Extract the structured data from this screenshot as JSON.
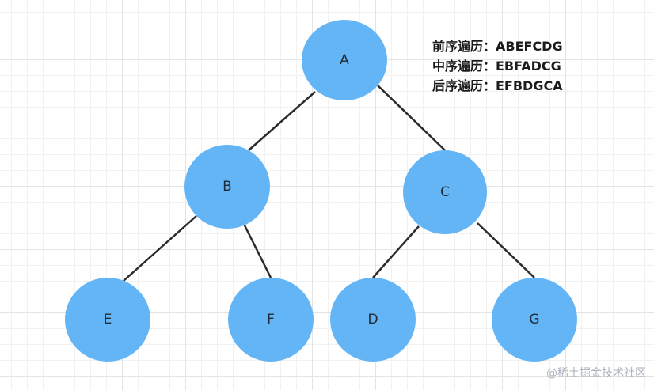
{
  "colors": {
    "node_fill": "#64b5f6",
    "edge_stroke": "#2b2b2b"
  },
  "tree": {
    "nodes": [
      {
        "id": "A",
        "label": "A"
      },
      {
        "id": "B",
        "label": "B"
      },
      {
        "id": "C",
        "label": "C"
      },
      {
        "id": "E",
        "label": "E"
      },
      {
        "id": "F",
        "label": "F"
      },
      {
        "id": "D",
        "label": "D"
      },
      {
        "id": "G",
        "label": "G"
      }
    ],
    "edges": [
      {
        "from": "A",
        "to": "B"
      },
      {
        "from": "A",
        "to": "C"
      },
      {
        "from": "B",
        "to": "E"
      },
      {
        "from": "B",
        "to": "F"
      },
      {
        "from": "C",
        "to": "D"
      },
      {
        "from": "C",
        "to": "G"
      }
    ]
  },
  "traversals": {
    "preorder": "前序遍历：ABEFCDG",
    "inorder": "中序遍历：EBFADCG",
    "postorder": "后序遍历：EFBDGCA"
  },
  "watermark": "@稀土掘金技术社区"
}
